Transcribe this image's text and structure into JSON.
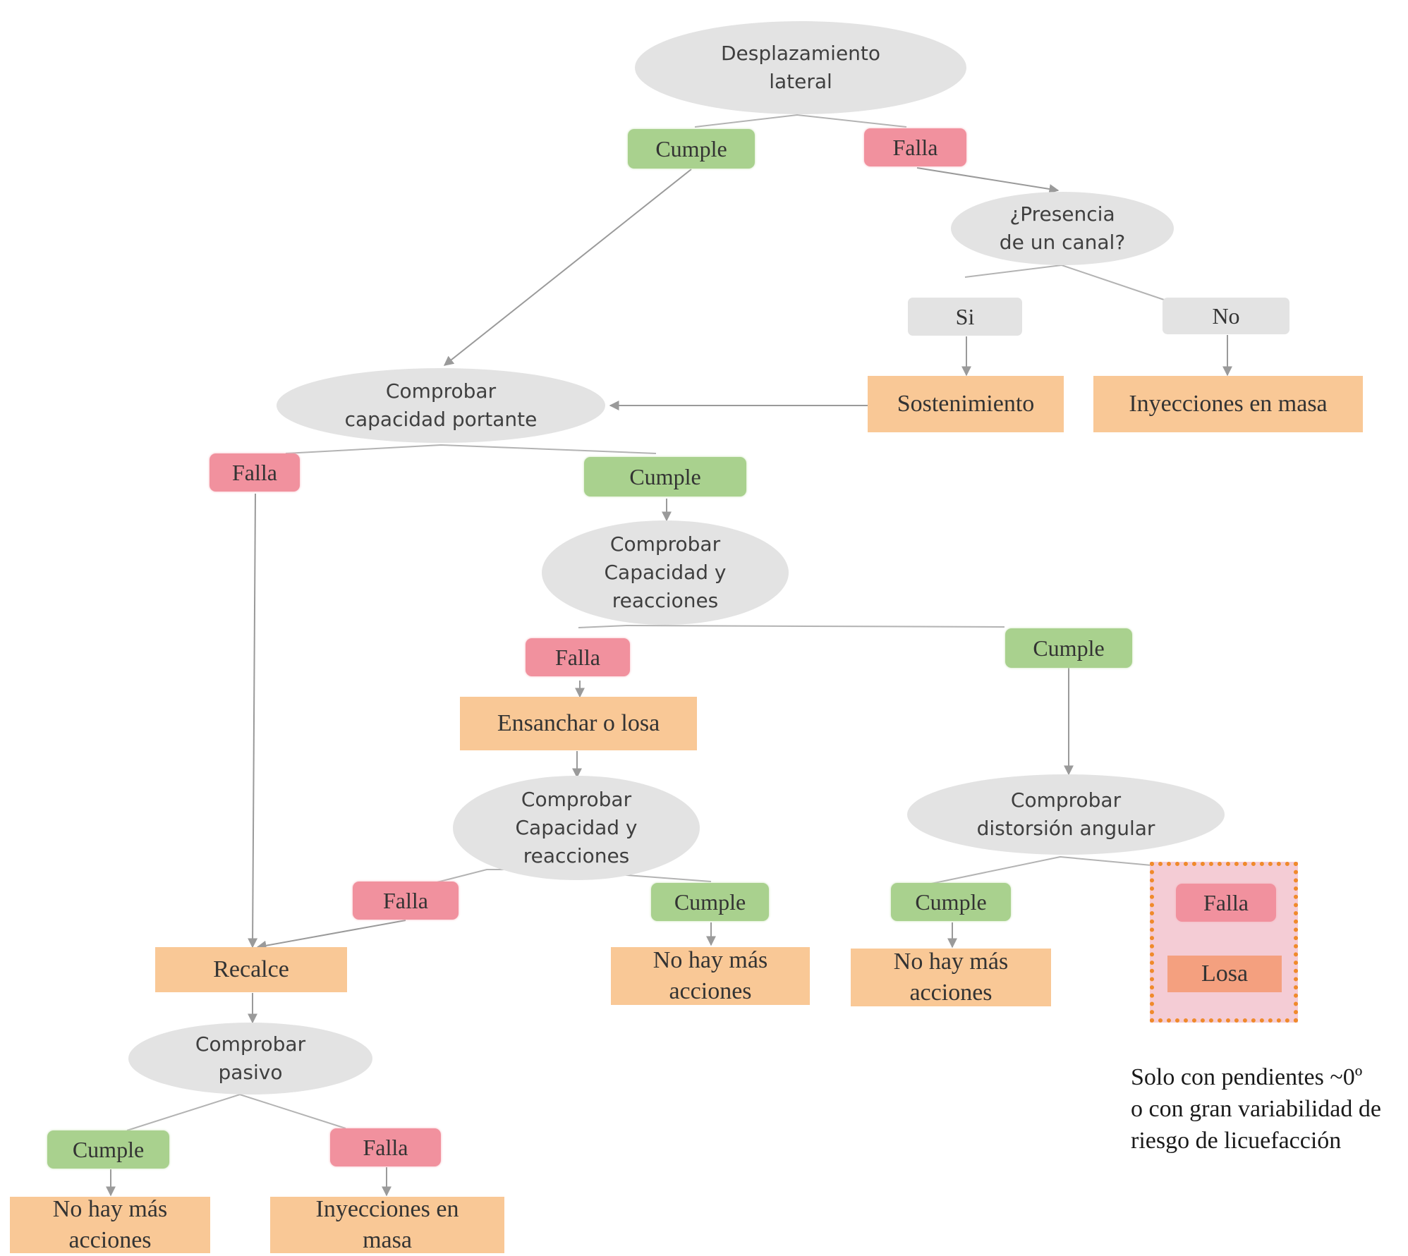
{
  "nodes": {
    "desplazamiento": "Desplazamiento\nlateral",
    "cumple_1": "Cumple",
    "falla_1": "Falla",
    "presencia_canal": "¿Presencia\nde un canal?",
    "si": "Si",
    "no": "No",
    "sostenimiento": "Sostenimiento",
    "inyecciones_1": "Inyecciones en masa",
    "capacidad_portante": "Comprobar\ncapacidad portante",
    "falla_2": "Falla",
    "cumple_2": "Cumple",
    "capacidad_reacciones_1": "Comprobar\nCapacidad y\nreacciones",
    "falla_3": "Falla",
    "cumple_3": "Cumple",
    "ensanchar": "Ensanchar o losa",
    "capacidad_reacciones_2": "Comprobar\nCapacidad y\nreacciones",
    "falla_4": "Falla",
    "cumple_4": "Cumple",
    "distorsion": "Comprobar\ndistorsión angular",
    "cumple_5": "Cumple",
    "falla_5": "Falla",
    "losa": "Losa",
    "recalce": "Recalce",
    "no_acciones_1": "No hay más\nacciones",
    "no_acciones_2": "No hay más\nacciones",
    "pasivo": "Comprobar\npasivo",
    "cumple_6": "Cumple",
    "falla_6": "Falla",
    "no_acciones_3": "No hay más\nacciones",
    "inyecciones_2": "Inyecciones en\nmasa"
  },
  "note": "Solo con pendientes ~0º\no con gran variabilidad de\nriesgo de licuefacción",
  "colors": {
    "ellipse": "#e3e3e3",
    "cumple": "#a9d18e",
    "falla": "#f1919e",
    "action": "#f9c896",
    "losa": "#f4a07f",
    "highlight_fill": "#f4ccd5",
    "highlight_border": "#f08a2b",
    "connector": "#9a9a9a"
  }
}
